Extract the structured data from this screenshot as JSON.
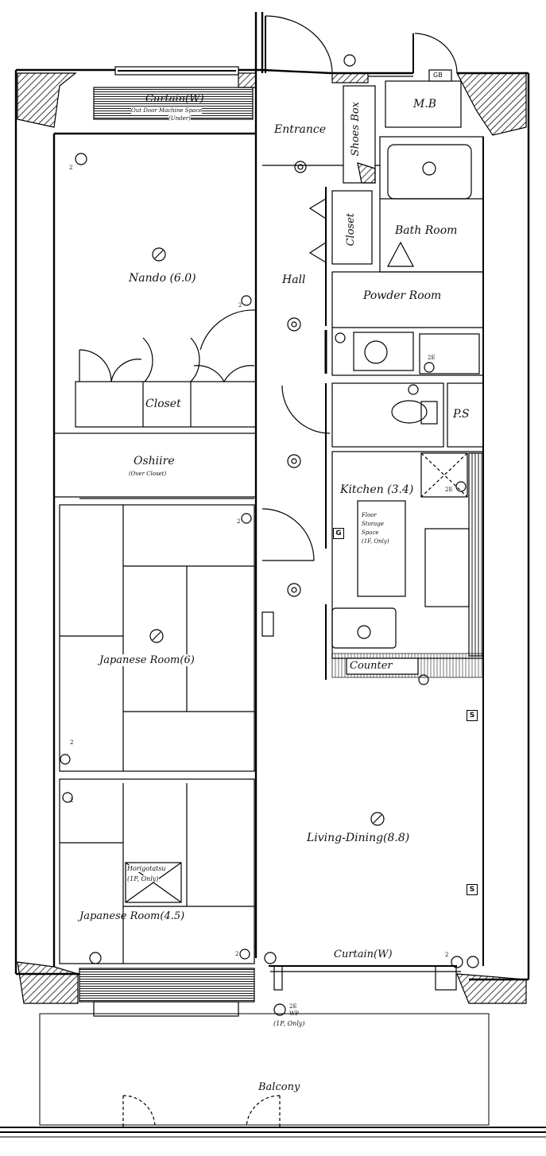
{
  "rooms": {
    "curtain_top": "Curtain(W)",
    "outdoor_machine": "Out Door Machine Space",
    "under": "(Under)",
    "entrance": "Entrance",
    "shoes_box": "Shoes Box",
    "mb": "M.B",
    "gb": "GB",
    "nando": "Nando (6.0)",
    "hall": "Hall",
    "closet_hall": "Closet",
    "bath_room": "Bath Room",
    "powder_room": "Powder Room",
    "closet_nando": "Closet",
    "ps": "P.S",
    "oshiire": "Oshiire",
    "over_closet": "(Over Closet)",
    "kitchen": "Kitchen (3.4)",
    "floor_storage": [
      "Floor",
      "Storage",
      "Space",
      "(1F, Only)"
    ],
    "japanese_room_6": "Japanese Room(6)",
    "counter": "Counter",
    "living_dining": "Living-Dining(8.8)",
    "horigotatsu": [
      "Horigotatsu",
      "(1F, Only)"
    ],
    "japanese_room_45": "Japanese Room(4.5)",
    "curtain_bottom": "Curtain(W)",
    "wp_note": "(1F, Only)",
    "balcony": "Balcony"
  },
  "symbols": {
    "g": "G",
    "s": "S",
    "two_e": "2E",
    "wp": "WP",
    "two": "2"
  }
}
